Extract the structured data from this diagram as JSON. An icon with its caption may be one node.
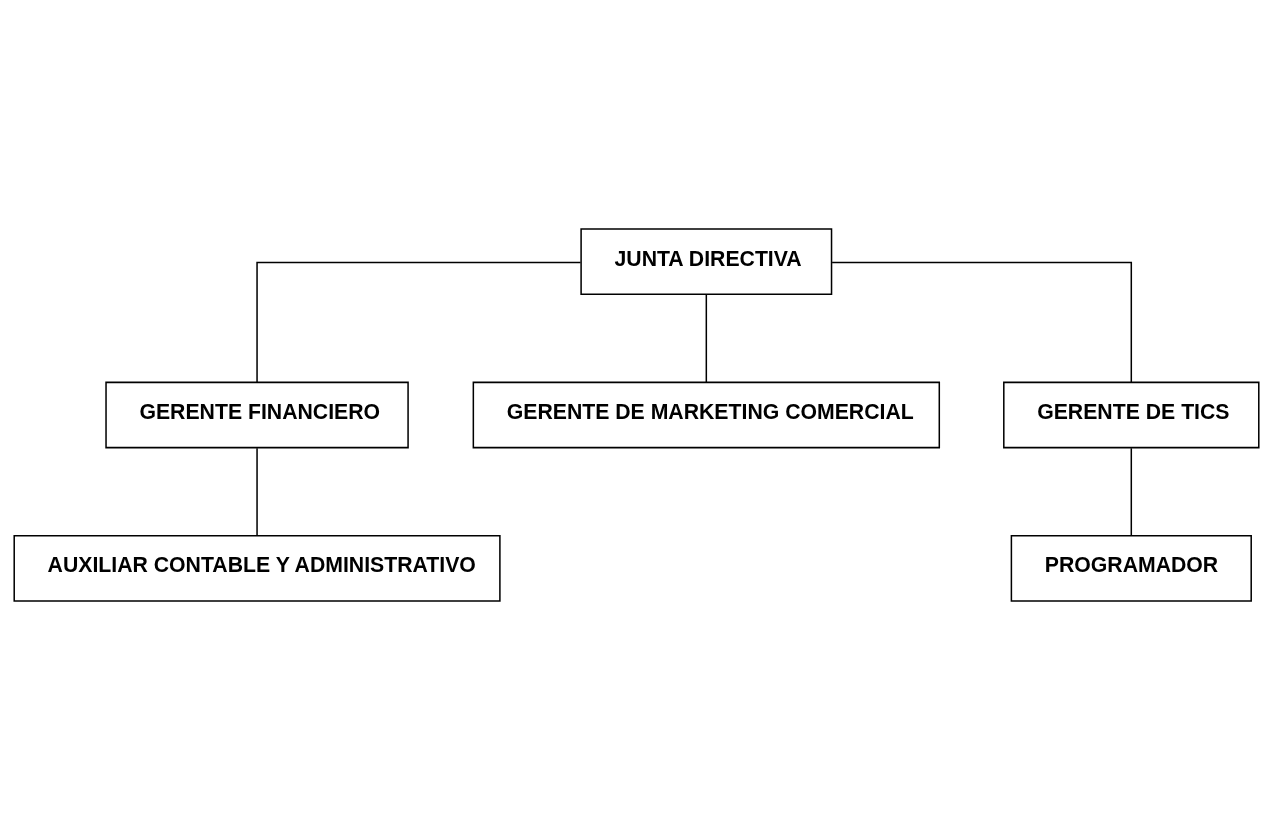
{
  "diagram": {
    "nodes": [
      {
        "text": [
          "JUNTA DIRECTIVA"
        ]
      },
      {
        "text": [
          "GERENTE FINANCIERO"
        ]
      },
      {
        "text": [
          "GERENTE DE MARKETING COMERCIAL"
        ]
      },
      {
        "text": [
          "GERENTE DE TICS"
        ]
      },
      {
        "text": [
          "PROGRAMADOR"
        ]
      },
      {
        "text": [
          "AUXILIAR CONTABLE Y ADMINISTRATIVO"
        ]
      }
    ],
    "edges": [
      {
        "from": 0,
        "to": 1,
        "arrow": "none"
      },
      {
        "from": 0,
        "to": 2,
        "arrow": "none"
      },
      {
        "from": 0,
        "to": 3,
        "arrow": "none"
      },
      {
        "from": 3,
        "to": 4,
        "arrow": "none"
      },
      {
        "from": 1,
        "to": 5,
        "arrow": "none"
      }
    ]
  }
}
